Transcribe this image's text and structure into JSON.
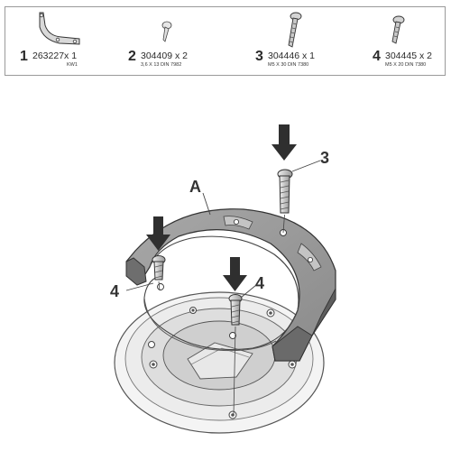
{
  "parts": [
    {
      "number": "1",
      "code": "263227x 1",
      "spec": "KW1",
      "icon": "bracket-icon"
    },
    {
      "number": "2",
      "code": "304409 x 2",
      "spec": "3,6 X 13 DIN 7982",
      "icon": "small-screw-icon"
    },
    {
      "number": "3",
      "code": "304446 x 1",
      "spec": "M5 X 30 DIN 7380",
      "icon": "long-bolt-icon"
    },
    {
      "number": "4",
      "code": "304445 x 2",
      "spec": "M5 X 20 DIN 7380",
      "icon": "short-bolt-icon"
    }
  ],
  "callouts": {
    "ring_label": "A",
    "bolt_label_top": "3",
    "bolt_label_left": "4",
    "bolt_label_center": "4"
  },
  "colors": {
    "ring": "#9c9c9c",
    "ring_dark": "#5e5e5e",
    "bolt": "#b5b5b5",
    "arrow": "#2f2f2f",
    "outline": "#3a3a3a"
  }
}
